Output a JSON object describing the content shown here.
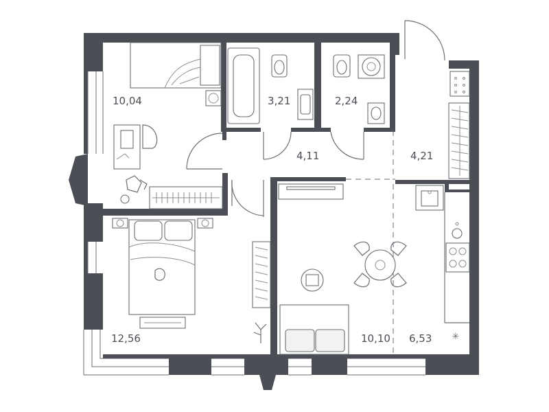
{
  "rooms": [
    {
      "id": "bedroom-1",
      "area": "10,04"
    },
    {
      "id": "bathroom",
      "area": "3,21"
    },
    {
      "id": "wc",
      "area": "2,24"
    },
    {
      "id": "corridor",
      "area": "4,11"
    },
    {
      "id": "hallway",
      "area": "4,21"
    },
    {
      "id": "bedroom-2",
      "area": "12,56"
    },
    {
      "id": "living-room",
      "area": "10,10"
    },
    {
      "id": "kitchen",
      "area": "6,53"
    }
  ],
  "colors": {
    "wall": "#4b4e54",
    "line": "#6a6d73",
    "background": "#ffffff"
  },
  "icons": {
    "compass": "asterisk-icon"
  }
}
